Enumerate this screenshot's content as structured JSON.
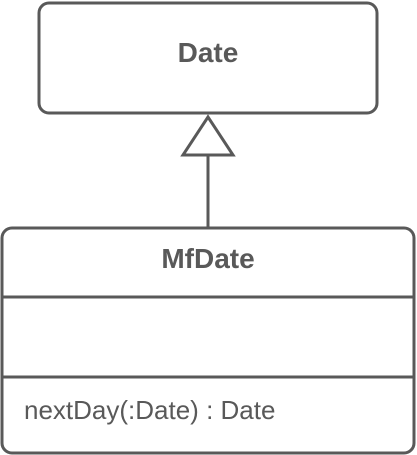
{
  "diagram": {
    "parent_class": {
      "name": "Date"
    },
    "child_class": {
      "name": "MfDate",
      "attributes": [],
      "operations": [
        "nextDay(:Date) : Date"
      ]
    },
    "relationship": {
      "type": "generalization",
      "from": "MfDate",
      "to": "Date"
    },
    "colors": {
      "stroke": "#595959",
      "text": "#595959",
      "background": "#ffffff"
    }
  }
}
